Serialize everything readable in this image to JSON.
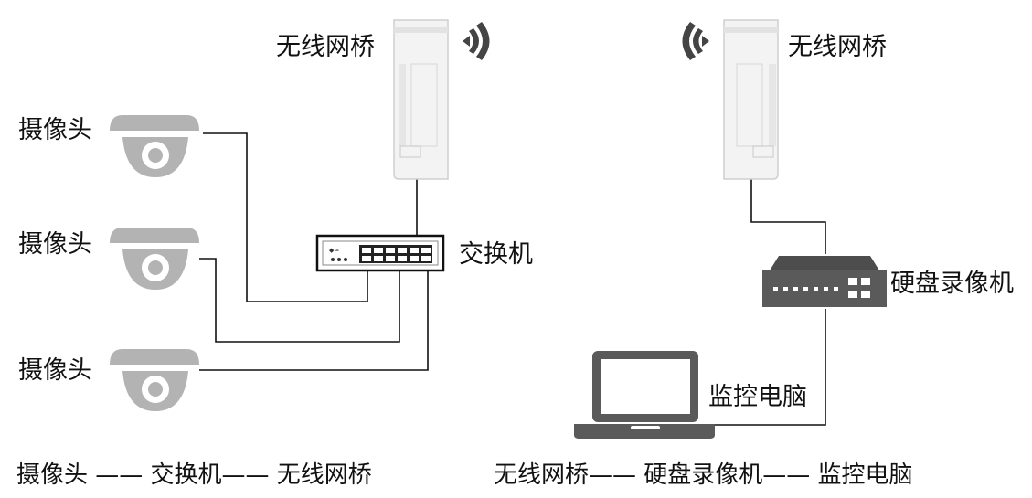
{
  "labels": {
    "bridge_left": "无线网桥",
    "bridge_right": "无线网桥",
    "camera_1": "摄像头",
    "camera_2": "摄像头",
    "camera_3": "摄像头",
    "switch": "交换机",
    "nvr": "硬盘录像机",
    "pc": "监控电脑"
  },
  "captions": {
    "left": "摄像头 —— 交换机—— 无线网桥",
    "right": "无线网桥—— 硬盘录像机—— 监控电脑"
  },
  "colors": {
    "line": "#111111",
    "device_body": "#f2f2f2",
    "device_stroke": "#cfcfcf",
    "camera_gray": "#b3b3b3",
    "dark_gray": "#555555"
  }
}
